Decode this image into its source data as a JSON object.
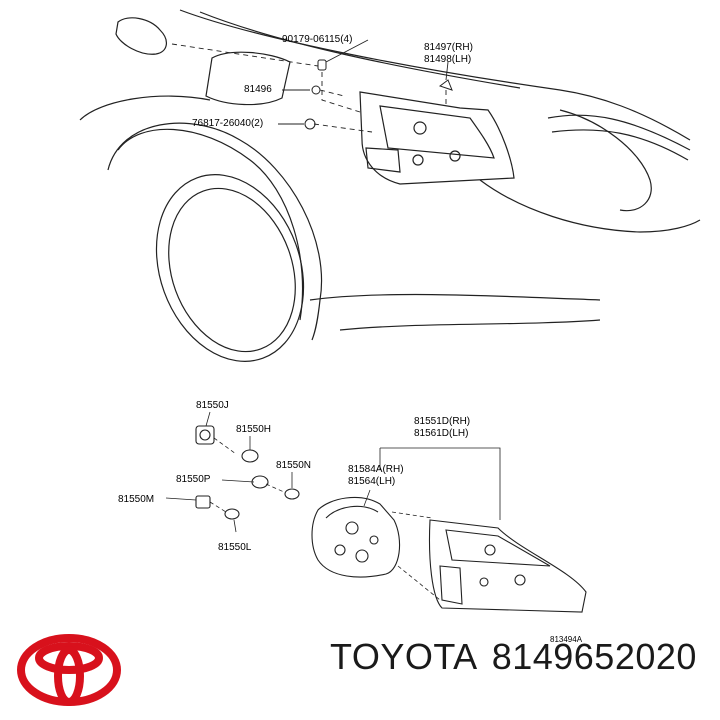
{
  "callouts": {
    "c1": "90179-06115(4)",
    "c2": "81497(RH)",
    "c3": "81498(LH)",
    "c4": "81496",
    "c5": "76817-26040(2)",
    "c6": "81550J",
    "c7": "81550H",
    "c8": "81550N",
    "c9": "81550P",
    "c10": "81550M",
    "c11": "81550L",
    "c12": "81551D(RH)",
    "c13": "81561D(LH)",
    "c14": "81584A(RH)",
    "c15": "81564(LH)"
  },
  "figure_code": "813494A",
  "caption": {
    "brand": "TOYOTA",
    "part_number": "8149652020"
  },
  "colors": {
    "line": "#222222",
    "logo": "#d8111c"
  },
  "logo_icon": "toyota-logo-icon"
}
